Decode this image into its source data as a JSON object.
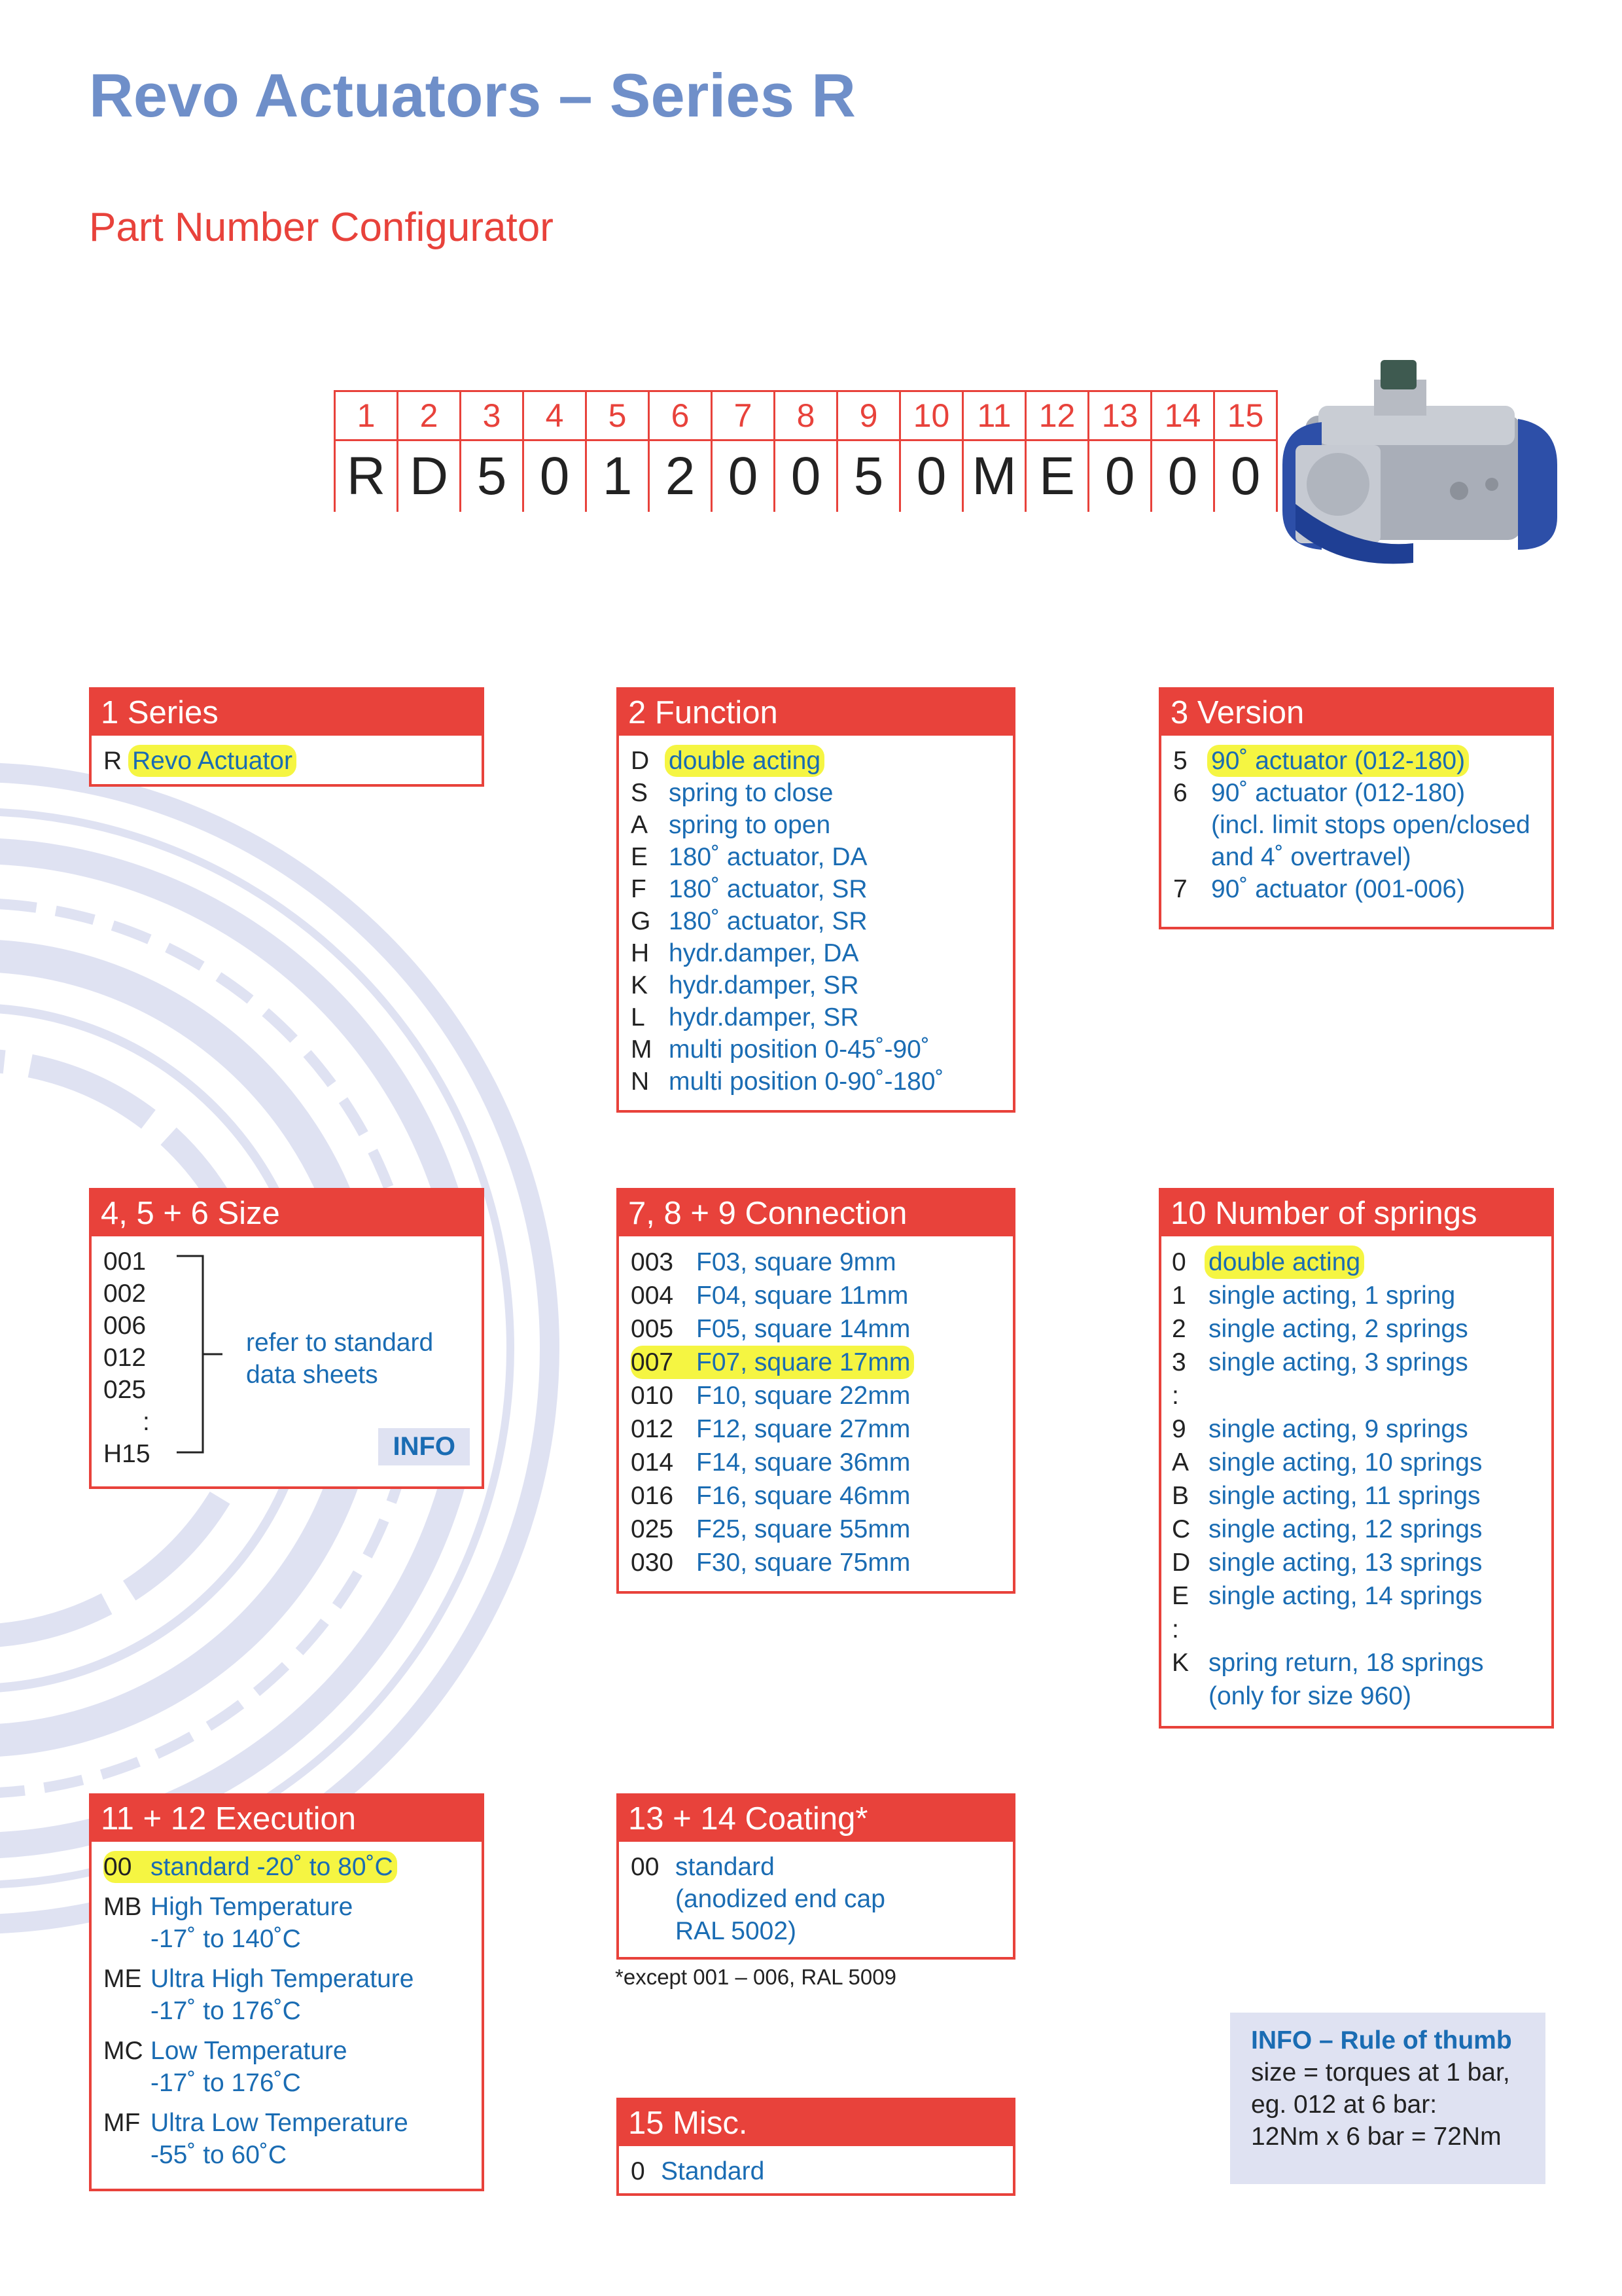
{
  "title": "Revo Actuators – Series R",
  "subtitle": "Part Number Configurator",
  "part_number": {
    "positions": [
      "1",
      "2",
      "3",
      "4",
      "5",
      "6",
      "7",
      "8",
      "9",
      "10",
      "11",
      "12",
      "13",
      "14",
      "15"
    ],
    "values": [
      "R",
      "D",
      "5",
      "0",
      "1",
      "2",
      "0",
      "0",
      "5",
      "0",
      "M",
      "E",
      "0",
      "0",
      "0"
    ]
  },
  "series": {
    "header": "1  Series",
    "items": [
      {
        "code": "R",
        "label": "Revo Actuator"
      }
    ]
  },
  "function": {
    "header": "2  Function",
    "items": [
      {
        "code": "D",
        "label": "double acting"
      },
      {
        "code": "S",
        "label": "spring to close"
      },
      {
        "code": "A",
        "label": "spring to open"
      },
      {
        "code": "E",
        "label": "180˚ actuator, DA"
      },
      {
        "code": "F",
        "label": "180˚ actuator, SR"
      },
      {
        "code": "G",
        "label": "180˚ actuator, SR"
      },
      {
        "code": "H",
        "label": "hydr.damper, DA"
      },
      {
        "code": "K",
        "label": "hydr.damper, SR"
      },
      {
        "code": "L",
        "label": "hydr.damper, SR"
      },
      {
        "code": "M",
        "label": "multi position 0-45˚-90˚"
      },
      {
        "code": "N",
        "label": "multi position 0-90˚-180˚"
      }
    ]
  },
  "version": {
    "header": "3  Version",
    "items": [
      {
        "code": "5",
        "label": "90˚ actuator (012-180)"
      },
      {
        "code": "6",
        "label": "90˚ actuator (012-180)"
      },
      {
        "code": "",
        "label": "(incl. limit stops open/closed"
      },
      {
        "code": "",
        "label": "and 4˚ overtravel)"
      },
      {
        "code": "7",
        "label": "90˚ actuator (001-006)"
      }
    ]
  },
  "size": {
    "header": "4, 5 + 6  Size",
    "codes": [
      "001",
      "002",
      "006",
      "012",
      "025",
      ":",
      "H15"
    ],
    "ref_line1": "refer to standard",
    "ref_line2": "data sheets",
    "info_button": "INFO"
  },
  "connection": {
    "header": "7, 8 + 9  Connection",
    "items": [
      {
        "code": "003",
        "label": "F03, square 9mm"
      },
      {
        "code": "004",
        "label": "F04, square 11mm"
      },
      {
        "code": "005",
        "label": "F05, square 14mm"
      },
      {
        "code": "007",
        "label": "F07, square 17mm"
      },
      {
        "code": "010",
        "label": "F10, square 22mm"
      },
      {
        "code": "012",
        "label": "F12, square 27mm"
      },
      {
        "code": "014",
        "label": "F14, square 36mm"
      },
      {
        "code": "016",
        "label": "F16, square 46mm"
      },
      {
        "code": "025",
        "label": "F25, square 55mm"
      },
      {
        "code": "030",
        "label": "F30, square 75mm"
      }
    ]
  },
  "springs": {
    "header": "10  Number of springs",
    "items": [
      {
        "code": "0",
        "label": "double acting"
      },
      {
        "code": "1",
        "label": "single acting, 1 spring"
      },
      {
        "code": "2",
        "label": "single acting, 2 springs"
      },
      {
        "code": "3",
        "label": "single acting, 3 springs"
      },
      {
        "code": ":",
        "label": ""
      },
      {
        "code": "9",
        "label": "single acting, 9 springs"
      },
      {
        "code": "A",
        "label": "single acting, 10 springs"
      },
      {
        "code": "B",
        "label": "single acting, 11 springs"
      },
      {
        "code": "C",
        "label": "single acting, 12 springs"
      },
      {
        "code": "D",
        "label": "single acting, 13 springs"
      },
      {
        "code": "E",
        "label": "single acting, 14 springs"
      },
      {
        "code": ":",
        "label": ""
      },
      {
        "code": "K",
        "label": "spring return, 18 springs"
      },
      {
        "code": "",
        "label": "(only for size 960)"
      }
    ]
  },
  "execution": {
    "header": "11 + 12  Execution",
    "items": [
      {
        "code": "00",
        "label": "standard  -20˚ to 80˚C",
        "sub": ""
      },
      {
        "code": "MB",
        "label": "High Temperature",
        "sub": "-17˚ to 140˚C"
      },
      {
        "code": "ME",
        "label": "Ultra High Temperature",
        "sub": "-17˚ to 176˚C"
      },
      {
        "code": "MC",
        "label": "Low Temperature",
        "sub": "-17˚ to 176˚C"
      },
      {
        "code": "MF",
        "label": "Ultra Low Temperature",
        "sub": "-55˚ to 60˚C"
      }
    ]
  },
  "coating": {
    "header": "13 + 14  Coating*",
    "code": "00",
    "lines": [
      "standard",
      "(anodized end cap",
      "RAL 5002)"
    ],
    "note": "*except 001 – 006, RAL 5009"
  },
  "misc": {
    "header": "15  Misc.",
    "items": [
      {
        "code": "0",
        "label": "Standard"
      }
    ]
  },
  "info": {
    "title": "INFO – Rule of thumb",
    "lines": [
      "size = torques at 1 bar,",
      "eg. 012 at 6 bar:",
      "12Nm x 6 bar = 72Nm"
    ]
  },
  "colors": {
    "title_blue": "#6f8fc9",
    "accent_red": "#e8423b",
    "text_blue": "#1a6cb3",
    "highlight": "#f5f542",
    "info_bg": "#dfe2f2"
  }
}
